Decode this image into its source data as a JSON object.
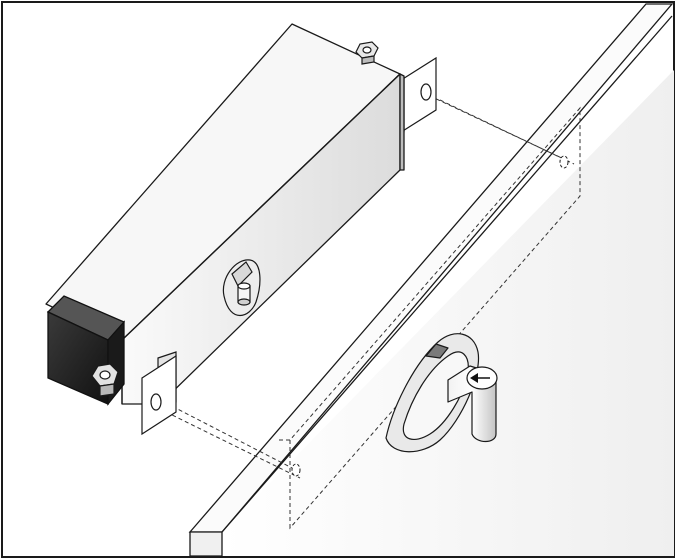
{
  "figure": {
    "type": "technical-illustration",
    "components": [
      {
        "name": "switch-housing",
        "icon": "rectangular-box"
      },
      {
        "name": "end-cap",
        "icon": "dark-block"
      },
      {
        "name": "hex-nut-top",
        "icon": "hex-nut"
      },
      {
        "name": "hex-nut-front",
        "icon": "hex-nut"
      },
      {
        "name": "mounting-bracket-top",
        "icon": "bracket-with-hole"
      },
      {
        "name": "mounting-bracket-bottom",
        "icon": "bracket-with-hole"
      },
      {
        "name": "shaft-coupling",
        "icon": "slotted-boss"
      },
      {
        "name": "door-frame-edge",
        "icon": "panel"
      },
      {
        "name": "rotary-handle",
        "icon": "knob-with-arrow"
      }
    ],
    "colors": {
      "outline": "#1a1a1a",
      "end_cap": "#2a2a2a",
      "housing_light": "#f4f4f4",
      "housing_shade": "#d8d8d8",
      "dashed_lines": "#333333"
    }
  }
}
